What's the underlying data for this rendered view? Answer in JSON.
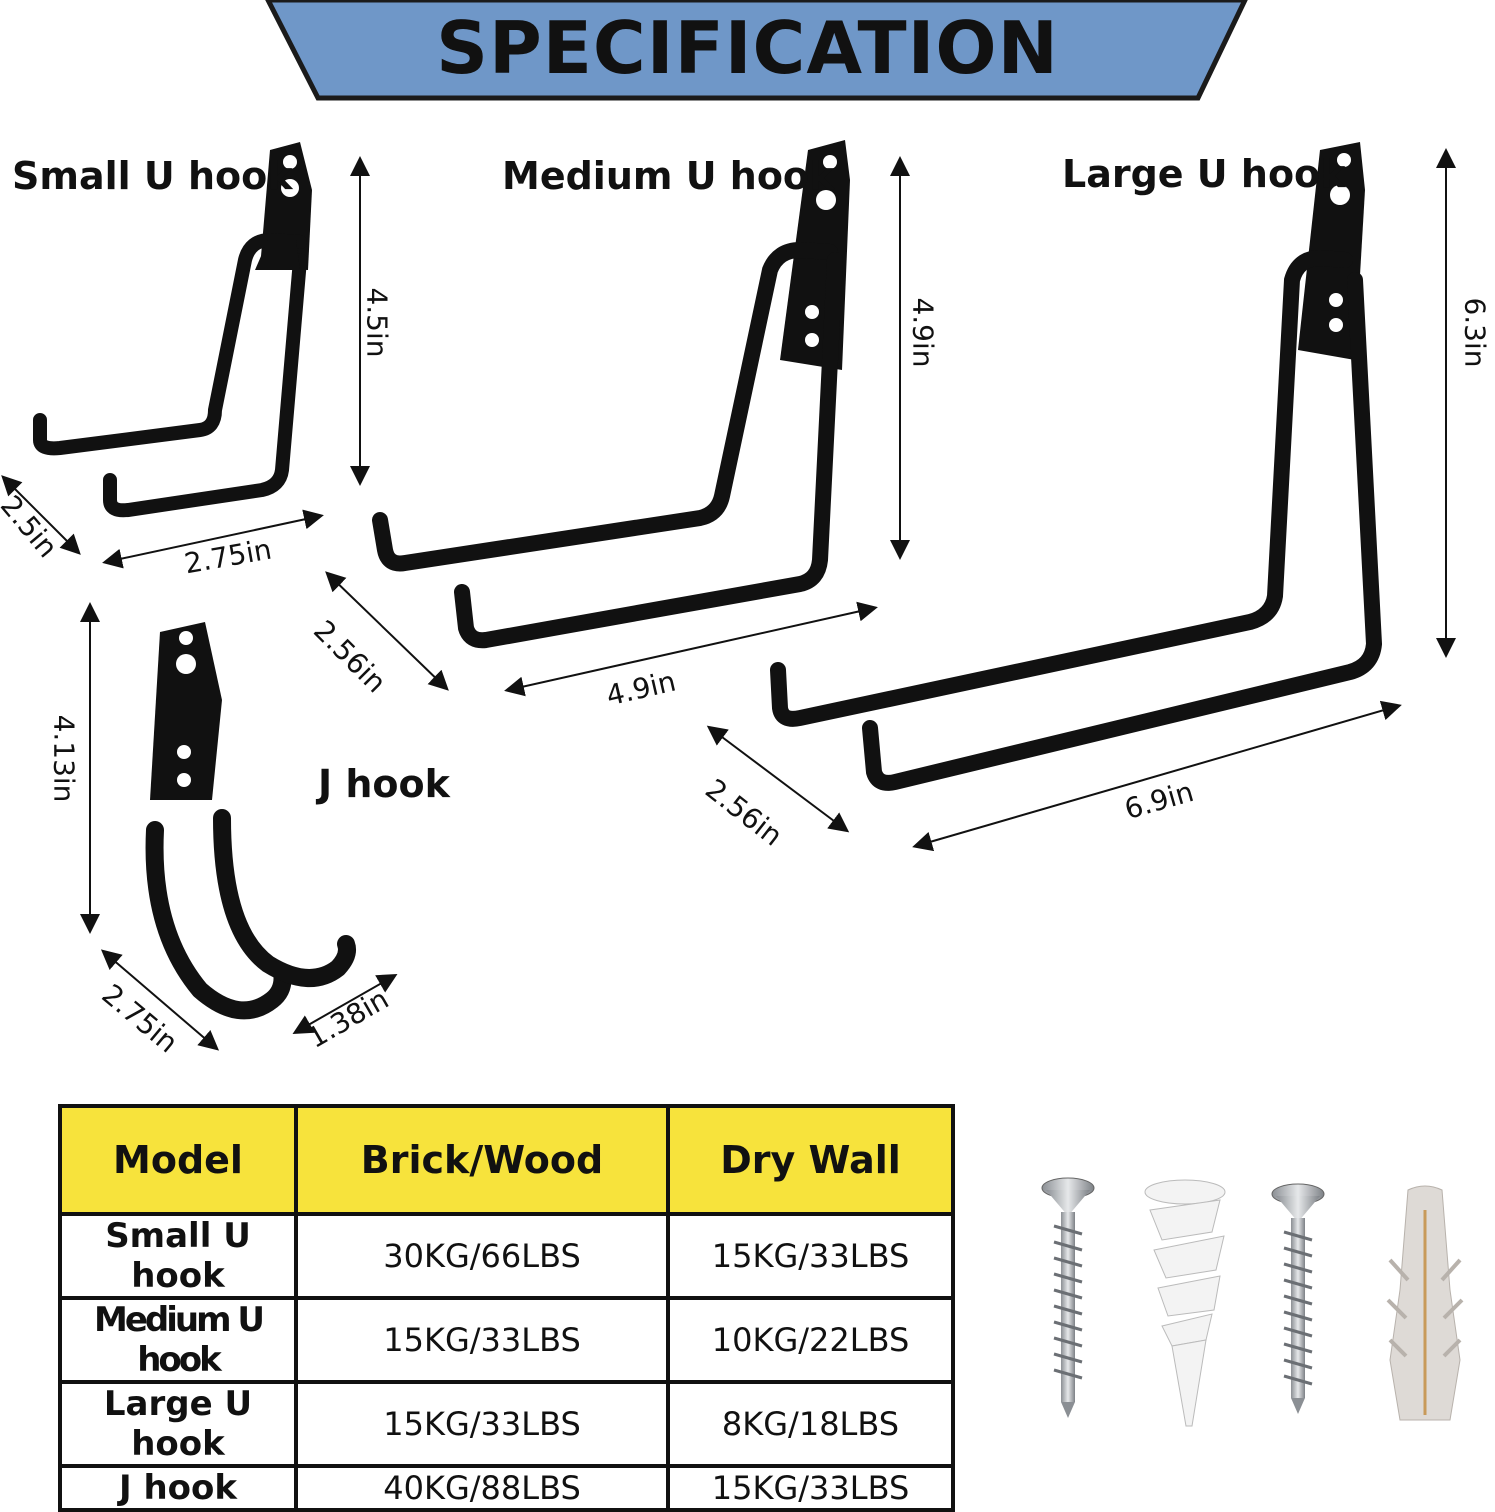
{
  "banner": {
    "title": "SPECIFICATION",
    "color": "#6f97c8"
  },
  "hooks": {
    "small": {
      "label": "Small U hook",
      "height": "4.5in",
      "depth": "2.5in",
      "width": "2.75in"
    },
    "medium": {
      "label": "Medium U hook",
      "height": "4.9in",
      "depth": "2.56in",
      "width": "4.9in"
    },
    "large": {
      "label": "Large U hook",
      "height": "6.3in",
      "depth": "2.56in",
      "width": "6.9in"
    },
    "j": {
      "label": "J hook",
      "height": "4.13in",
      "depth": "2.75in",
      "width": "1.38in"
    }
  },
  "table": {
    "headers": [
      "Model",
      "Brick/Wood",
      "Dry Wall"
    ],
    "header_color": "#f7e33c",
    "rows": [
      {
        "model": "Small U hook",
        "brick_wood": "30KG/66LBS",
        "dry_wall": "15KG/33LBS"
      },
      {
        "model": "Medium U hook",
        "brick_wood": "15KG/33LBS",
        "dry_wall": "10KG/22LBS"
      },
      {
        "model": "Large U hook",
        "brick_wood": "15KG/33LBS",
        "dry_wall": "8KG/18LBS"
      },
      {
        "model": "J hook",
        "brick_wood": "40KG/88LBS",
        "dry_wall": "15KG/33LBS"
      }
    ]
  },
  "hardware": [
    "screw-icon",
    "drywall-anchor-icon",
    "screw-icon",
    "plastic-anchor-icon"
  ]
}
